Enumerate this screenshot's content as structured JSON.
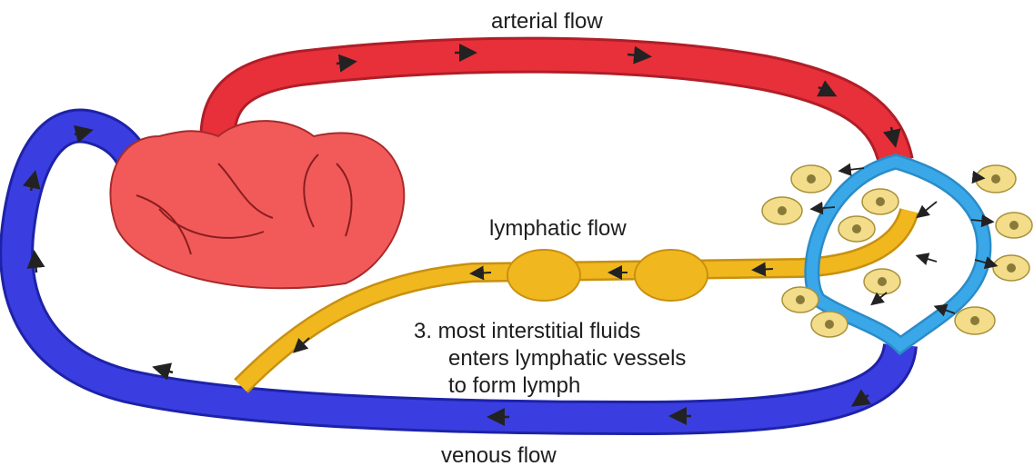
{
  "labels": {
    "arterial": "arterial flow",
    "lymphatic": "lymphatic flow",
    "venous": "venous flow"
  },
  "note": {
    "lines": [
      "3. most interstitial fluids",
      "enters lymphatic vessels",
      "to form lymph"
    ]
  },
  "colors": {
    "arterial": "#e8303a",
    "arterial_dark": "#b01e28",
    "venous": "#3a3ee0",
    "venous_dark": "#1e22a8",
    "capillary": "#3aa8e8",
    "lymph": "#f0b81e",
    "lymph_dark": "#c89010",
    "heart": "#f25a5a",
    "heart_dark": "#8a1e1e",
    "cell": "#f3dc8a",
    "cell_nucleus": "#8a7a3a"
  },
  "icons": [
    "heart-icon",
    "lymph-node-icon",
    "tissue-cell-icon",
    "flow-arrow-icon"
  ]
}
